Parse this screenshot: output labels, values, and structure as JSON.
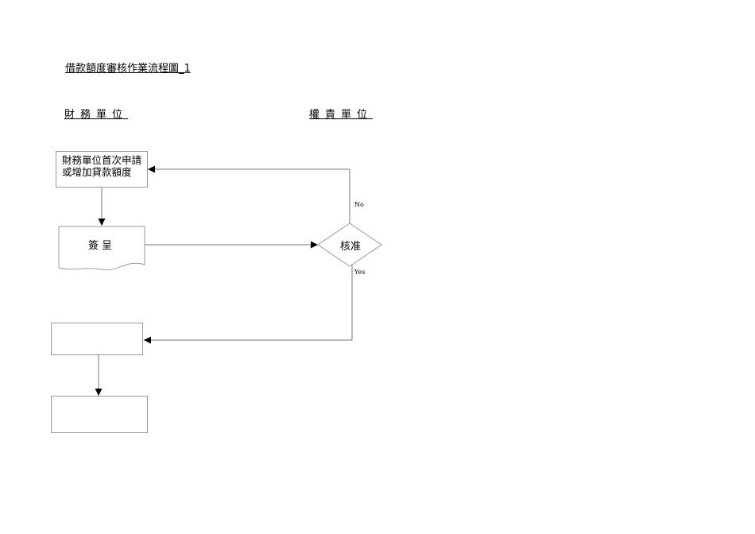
{
  "title": "借款額度審核作業流程圖_1",
  "headers": {
    "left": "財務單位",
    "right": "權責單位"
  },
  "nodes": {
    "apply": {
      "line1": "財務單位首次申請",
      "line2": "或增加貸款額度"
    },
    "submit": "簽呈",
    "approve": "核准"
  },
  "edges": {
    "no": "No",
    "yes": "Yes"
  }
}
